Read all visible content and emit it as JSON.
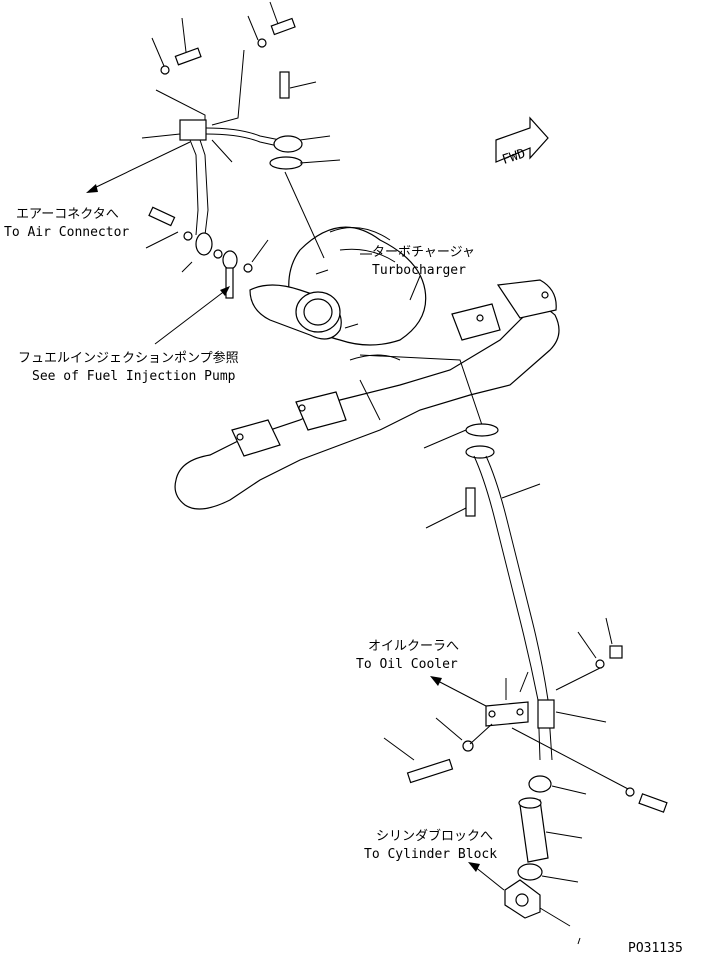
{
  "labels": {
    "air_connector_jp": "エアーコネクタへ",
    "air_connector_en": "To Air Connector",
    "turbo_jp": "ターボチャージャ",
    "turbo_en": "Turbocharger",
    "fuel_pump_jp": "フュエルインジェクションポンプ参照",
    "fuel_pump_en": "See of Fuel Injection Pump",
    "oil_cooler_jp": "オイルクーラへ",
    "oil_cooler_en": "To Oil Cooler",
    "cylinder_block_jp": "シリンダブロックへ",
    "cylinder_block_en": "To Cylinder Block",
    "fwd": "FWD",
    "drawing_number": "PO31135"
  }
}
